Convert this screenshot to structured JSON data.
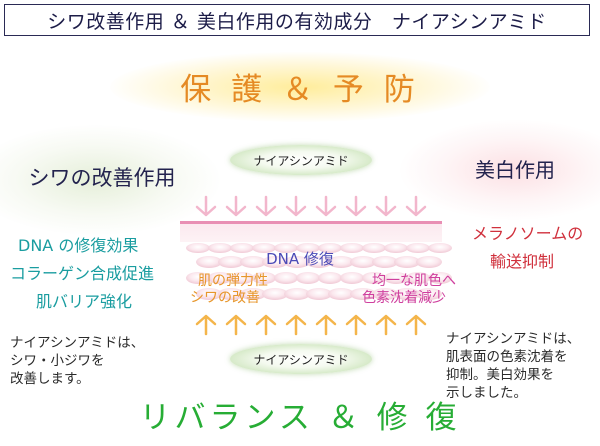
{
  "title": "シワ改善作用 ＆ 美白作用の有効成分　ナイアシンアミド",
  "top_heading": "保 護 ＆ 予 防",
  "left_heading": "シワの改善作用",
  "right_heading": "美白作用",
  "oval_top_label": "ナイアシンアミド",
  "oval_bottom_label": "ナイアシンアミド",
  "left_effects": [
    "DNA の修復効果",
    "コラーゲン合成促進",
    "肌バリア強化"
  ],
  "right_effects": [
    "メラノソームの",
    "輸送抑制"
  ],
  "dna_label": "DNA 修復",
  "elasticity_lines": [
    "肌の弾力性",
    "シワの改善"
  ],
  "skin_tone_lines": [
    "均一な肌色へ",
    "色素沈着減少"
  ],
  "left_description": [
    "ナイアシンアミドは、",
    "シワ・小ジワを",
    "改善します。"
  ],
  "right_description": [
    "ナイアシンアミドは、",
    "肌表面の色素沈着を",
    "抑制。美白効果を",
    "示しました。"
  ],
  "bottom_heading": "リバランス ＆ 修 復",
  "colors": {
    "title_border": "#2a2a55",
    "top_heading": "#e58a24",
    "bottom_heading": "#27ad35",
    "effects_cyan": "#1a9da0",
    "effects_red": "#d0303c",
    "dna": "#4b4bb7",
    "elasticity": "#e7962b",
    "skin_tone": "#cf3f9e",
    "down_arrows": "#f2b6cc",
    "up_arrows": "#f4b54a"
  },
  "icons": {
    "down_arrows": "down-arrow-icon",
    "up_arrows": "up-arrow-icon"
  }
}
